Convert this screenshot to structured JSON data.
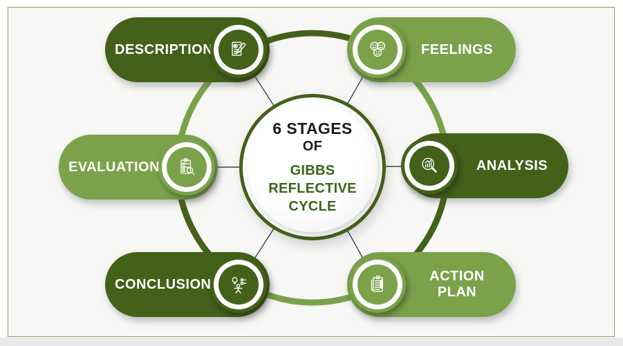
{
  "title": {
    "line1": "6 STAGES",
    "line2": "OF",
    "line3": "GIBBS REFLECTIVE",
    "line4": "CYCLE"
  },
  "stages": [
    {
      "id": "description",
      "label": "DESCRIPTION",
      "tone": "dark",
      "icon": "document-pencil-icon"
    },
    {
      "id": "feelings",
      "label": "FEELINGS",
      "tone": "light",
      "icon": "emotion-faces-icon"
    },
    {
      "id": "evaluation",
      "label": "EVALUATION",
      "tone": "light",
      "icon": "clipboard-magnifier-icon"
    },
    {
      "id": "analysis",
      "label": "ANALYSIS",
      "tone": "dark",
      "icon": "chart-magnifier-icon"
    },
    {
      "id": "conclusion",
      "label": "CONCLUSION",
      "tone": "dark",
      "icon": "idea-person-checklist-icon"
    },
    {
      "id": "action_plan",
      "label": "ACTION PLAN",
      "tone": "light",
      "icon": "checklist-clipboard-icon"
    }
  ],
  "colors": {
    "dark_green": "#44611a",
    "light_green": "#7ba24b",
    "title_green": "#3a651a",
    "title_black": "#1c1c1c",
    "frame_border": "#8e9a62",
    "inner_background": "#f7f7f5",
    "connector_line": "#3a4456"
  }
}
